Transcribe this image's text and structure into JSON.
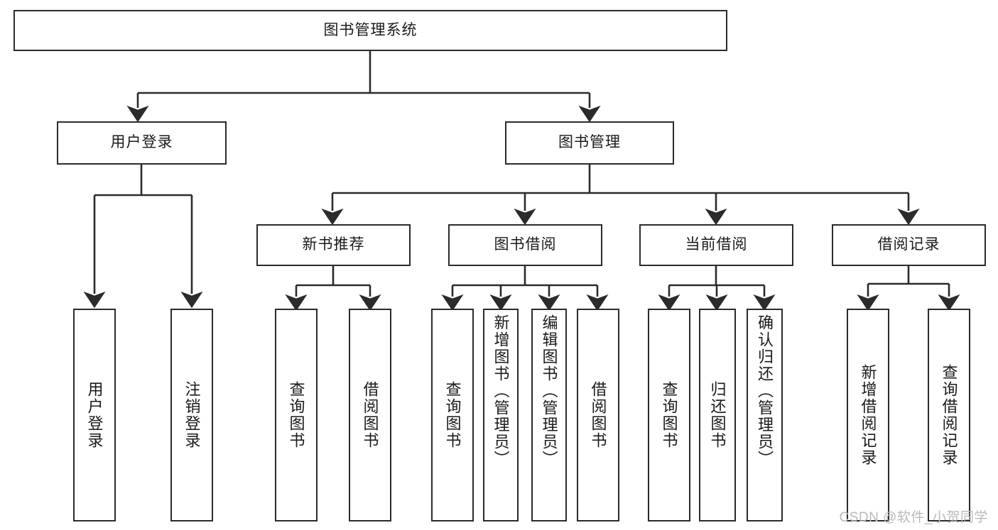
{
  "diagram": {
    "title_node": {
      "id": "root",
      "label": "图书管理系统"
    },
    "level2": [
      {
        "id": "user-login",
        "label": "用户登录"
      },
      {
        "id": "book-manage",
        "label": "图书管理"
      }
    ],
    "level3": [
      {
        "id": "new-book-rec",
        "label": "新书推荐"
      },
      {
        "id": "book-borrow",
        "label": "图书借阅"
      },
      {
        "id": "current-borrow",
        "label": "当前借阅"
      },
      {
        "id": "borrow-record",
        "label": "借阅记录"
      }
    ],
    "leaves": [
      {
        "id": "leaf-user-login",
        "label": "用户登录"
      },
      {
        "id": "leaf-logout",
        "label": "注销登录"
      },
      {
        "id": "leaf-query-book-1",
        "label": "查询图书"
      },
      {
        "id": "leaf-borrow-book-1",
        "label": "借阅图书"
      },
      {
        "id": "leaf-query-book-2",
        "label": "查询图书"
      },
      {
        "id": "leaf-add-book",
        "label": "新增图书（管理员）"
      },
      {
        "id": "leaf-edit-book",
        "label": "编辑图书（管理员）"
      },
      {
        "id": "leaf-borrow-book-2",
        "label": "借阅图书"
      },
      {
        "id": "leaf-query-book-3",
        "label": "查询图书"
      },
      {
        "id": "leaf-return-book",
        "label": "归还图书"
      },
      {
        "id": "leaf-confirm-return",
        "label": "确认归还（管理员）"
      },
      {
        "id": "leaf-add-record",
        "label": "新增借阅记录"
      },
      {
        "id": "leaf-query-record",
        "label": "查询借阅记录"
      }
    ],
    "colors": {
      "stroke": "#2b2b2b",
      "fill": "#ffffff",
      "text": "#1a1a1a",
      "watermark": "#b9b9b9"
    }
  },
  "watermark": {
    "text": "CSDN @软件_小贺同学"
  }
}
